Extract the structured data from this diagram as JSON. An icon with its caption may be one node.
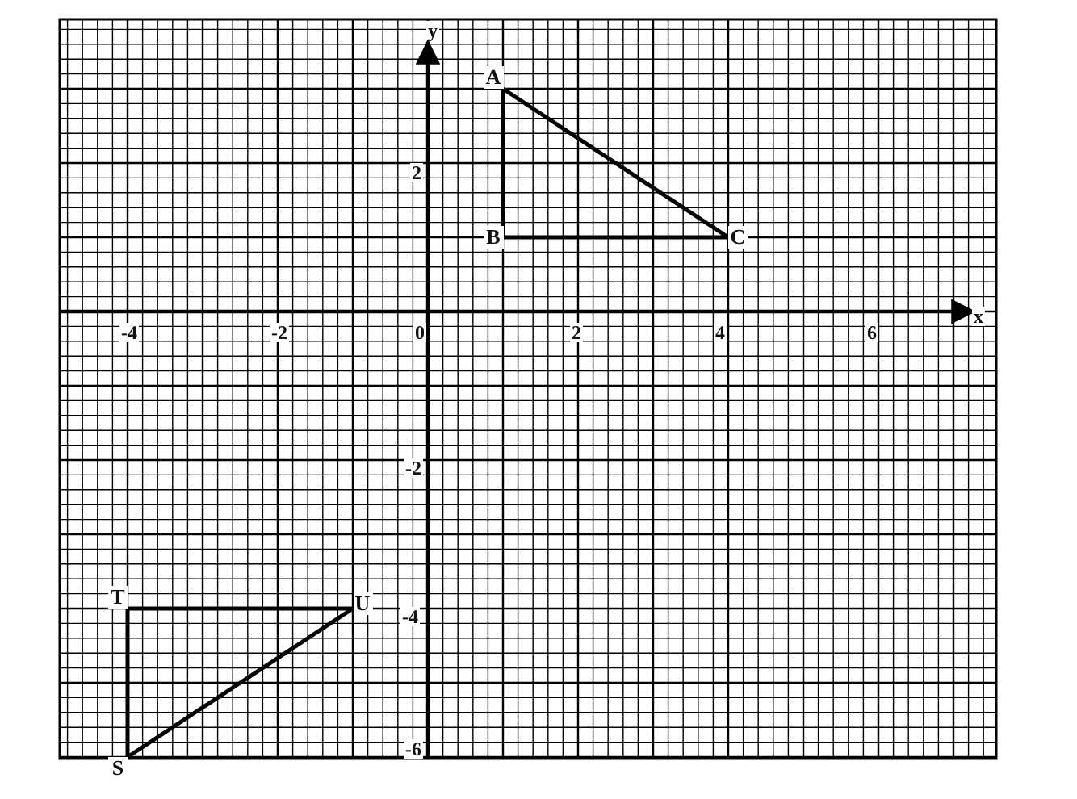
{
  "diagram": {
    "nodes": [
      {
        "text": [
          "A"
        ]
      },
      {
        "text": [
          "B"
        ]
      },
      {
        "text": [
          "C"
        ]
      },
      {
        "text": [
          "T"
        ]
      },
      {
        "text": [
          "U"
        ]
      },
      {
        "text": [
          "S"
        ]
      }
    ],
    "edges": [
      {
        "from": 0,
        "to": 1,
        "arrow": "none"
      },
      {
        "from": 1,
        "to": 2,
        "arrow": "none"
      },
      {
        "from": 0,
        "to": 2,
        "arrow": "none"
      },
      {
        "from": 3,
        "to": 4,
        "arrow": "none"
      },
      {
        "from": 3,
        "to": 5,
        "arrow": "none"
      },
      {
        "from": 5,
        "to": 4,
        "arrow": "none"
      }
    ],
    "labels": [
      "y",
      "2",
      "x",
      "-4",
      "-2",
      "0",
      "2",
      "4",
      "6",
      "-2",
      "-4",
      "-6"
    ]
  }
}
